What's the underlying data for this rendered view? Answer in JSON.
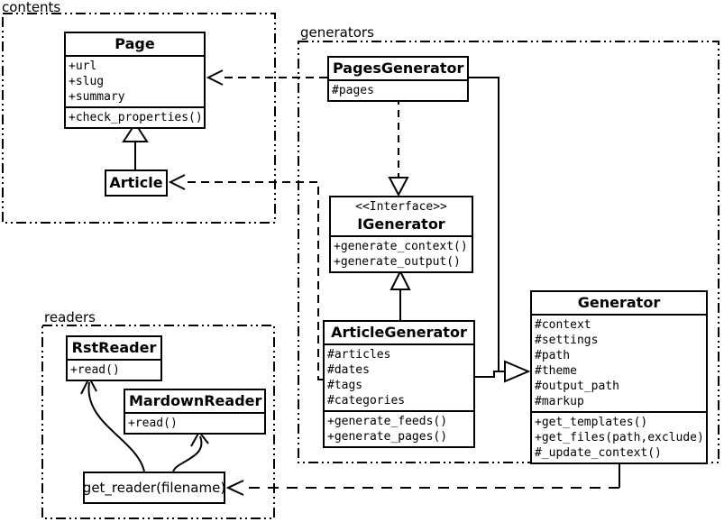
{
  "diagram_type": "uml-class-diagram",
  "colors": {
    "line": "#000000",
    "background": "#ffffff",
    "box_fill": "#ffffff",
    "text": "#000000"
  },
  "packages": {
    "contents": {
      "label": "contents"
    },
    "generators": {
      "label": "generators"
    },
    "readers": {
      "label": "readers"
    }
  },
  "classes": {
    "page": {
      "name": "Page",
      "attributes": [
        "+url",
        "+slug",
        "+summary"
      ],
      "methods": [
        "+check_properties()"
      ]
    },
    "article": {
      "name": "Article"
    },
    "pages_generator": {
      "name": "PagesGenerator",
      "attributes": [
        "#pages"
      ]
    },
    "igenerator": {
      "stereotype": "<<Interface>>",
      "name": "IGenerator",
      "methods": [
        "+generate_context()",
        "+generate_output()"
      ]
    },
    "article_generator": {
      "name": "ArticleGenerator",
      "attributes": [
        "#articles",
        "#dates",
        "#tags",
        "#categories"
      ],
      "methods": [
        "+generate_feeds()",
        "+generate_pages()"
      ]
    },
    "generator": {
      "name": "Generator",
      "attributes": [
        "#context",
        "#settings",
        "#path",
        "#theme",
        "#output_path",
        "#markup"
      ],
      "methods": [
        "+get_templates()",
        "+get_files(path,exclude)",
        "#_update_context()"
      ]
    },
    "rst_reader": {
      "name": "RstReader",
      "methods": [
        "+read()"
      ]
    },
    "mardown_reader": {
      "name": "MardownReader",
      "methods": [
        "+read()"
      ]
    },
    "get_reader": {
      "name": "get_reader(filename)"
    }
  },
  "relationships": [
    "Article --|> Page",
    "PagesGenerator ..|> IGenerator",
    "ArticleGenerator --|> IGenerator",
    "PagesGenerator --|> Generator",
    "ArticleGenerator --|> Generator",
    "PagesGenerator ..> Page",
    "ArticleGenerator ..> Article",
    "Generator ..> get_reader(filename)",
    "get_reader(filename) -> RstReader",
    "get_reader(filename) -> MardownReader"
  ]
}
